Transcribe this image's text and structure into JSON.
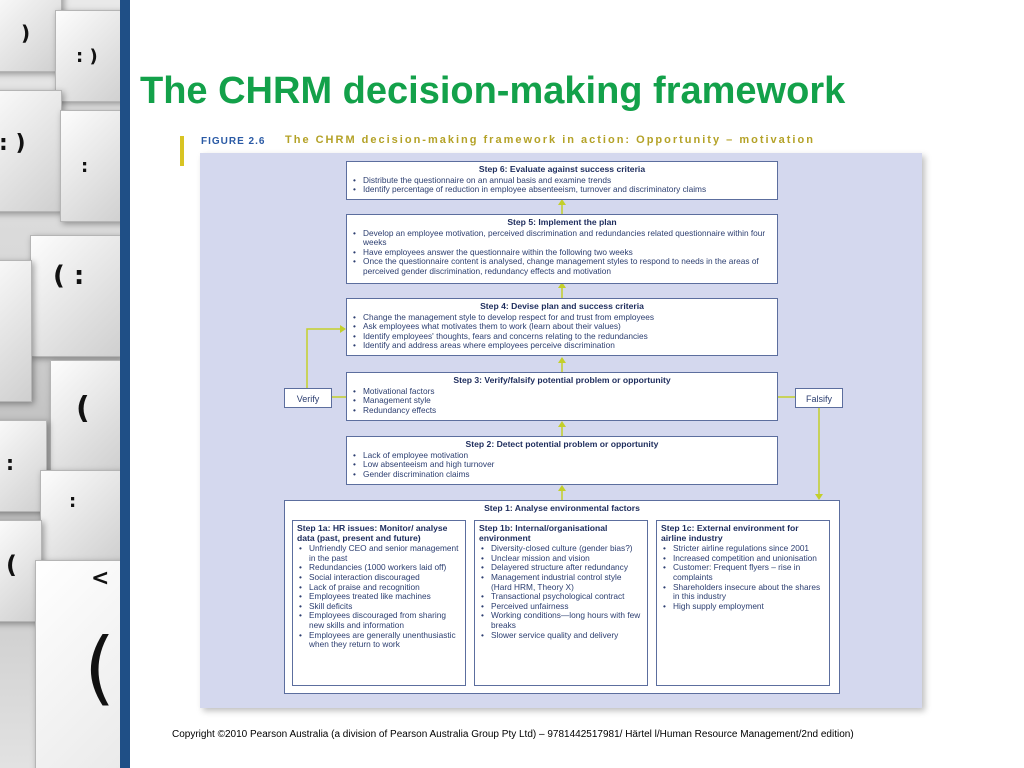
{
  "slide": {
    "title": "The CHRM decision-making framework",
    "copyright": "Copyright ©2010 Pearson Australia (a division of Pearson Australia Group Pty Ltd) – 9781442517981/ Härtel l/Human Resource Management/2nd edition)"
  },
  "figure": {
    "label": "FIGURE 2.6",
    "caption": "The CHRM decision-making framework in action: Opportunity – motivation"
  },
  "steps": {
    "step6": {
      "heading": "Step 6: Evaluate against success criteria",
      "items": [
        "Distribute the questionnaire on an annual basis and examine trends",
        "Identify percentage of reduction in employee absenteeism, turnover and discriminatory claims"
      ]
    },
    "step5": {
      "heading": "Step 5: Implement the plan",
      "items": [
        "Develop an employee motivation, perceived discrimination and redundancies related questionnaire within four weeks",
        "Have employees answer the questionnaire within the following two weeks",
        "Once the questionnaire content is analysed, change management styles to respond to needs in the areas of perceived gender discrimination, redundancy effects and motivation"
      ]
    },
    "step4": {
      "heading": "Step 4: Devise plan and success criteria",
      "items": [
        "Change the management style to develop respect for and trust from employees",
        "Ask employees what motivates them to work (learn about their values)",
        "Identify employees' thoughts, fears and concerns relating to the redundancies",
        "Identify and address areas where employees perceive discrimination"
      ]
    },
    "step3": {
      "heading": "Step 3: Verify/falsify potential problem or opportunity",
      "items": [
        "Motivational factors",
        "Management style",
        "Redundancy effects"
      ]
    },
    "step2": {
      "heading": "Step 2: Detect potential problem or opportunity",
      "items": [
        "Lack of employee motivation",
        "Low absenteeism and high turnover",
        "Gender discrimination claims"
      ]
    },
    "step1": {
      "heading": "Step 1: Analyse environmental factors",
      "a": {
        "heading": "Step 1a: HR issues: Monitor/ analyse data (past, present and future)",
        "items": [
          "Unfriendly CEO and senior management in the past",
          "Redundancies (1000 workers laid off)",
          "Social interaction discouraged",
          "Lack of praise and recognition",
          "Employees treated like machines",
          "Skill deficits",
          "Employees discouraged from sharing new skills and information",
          "Employees are generally unenthusiastic when they return to work"
        ]
      },
      "b": {
        "heading": "Step 1b: Internal/organisational environment",
        "items": [
          "Diversity-closed culture (gender bias?)",
          "Unclear mission and vision",
          "Delayered structure after redundancy",
          "Management industrial control style (Hard HRM, Theory X)",
          "Transactional psychological contract",
          "Perceived unfairness",
          "Working conditions—long hours with few breaks",
          "Slower service quality and delivery"
        ]
      },
      "c": {
        "heading": "Step 1c: External environment for airline industry",
        "items": [
          "Stricter airline regulations since 2001",
          "Increased competition and unionisation",
          "Customer: Frequent flyers – rise in complaints",
          "Shareholders insecure about the shares in this industry",
          "High supply employment"
        ]
      }
    },
    "verify": "Verify",
    "falsify": "Falsify"
  },
  "colors": {
    "title": "#13a14a",
    "sidebar_bar": "#1f4f86",
    "panel": "#d4d8ee",
    "arrow": "#c3cf2a",
    "box_border": "#5c6e9e"
  }
}
